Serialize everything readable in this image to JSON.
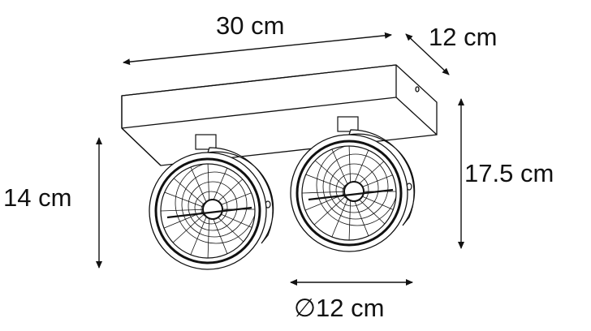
{
  "diagram": {
    "subject": "Twin spotlight ceiling lamp dimension drawing",
    "dimensions": {
      "width": "30 cm",
      "depth": "12 cm",
      "total_height": "17.5 cm",
      "spot_height": "14 cm",
      "spot_diameter": "∅12 cm"
    },
    "colors": {
      "line": "#111111",
      "background": "#ffffff"
    }
  }
}
